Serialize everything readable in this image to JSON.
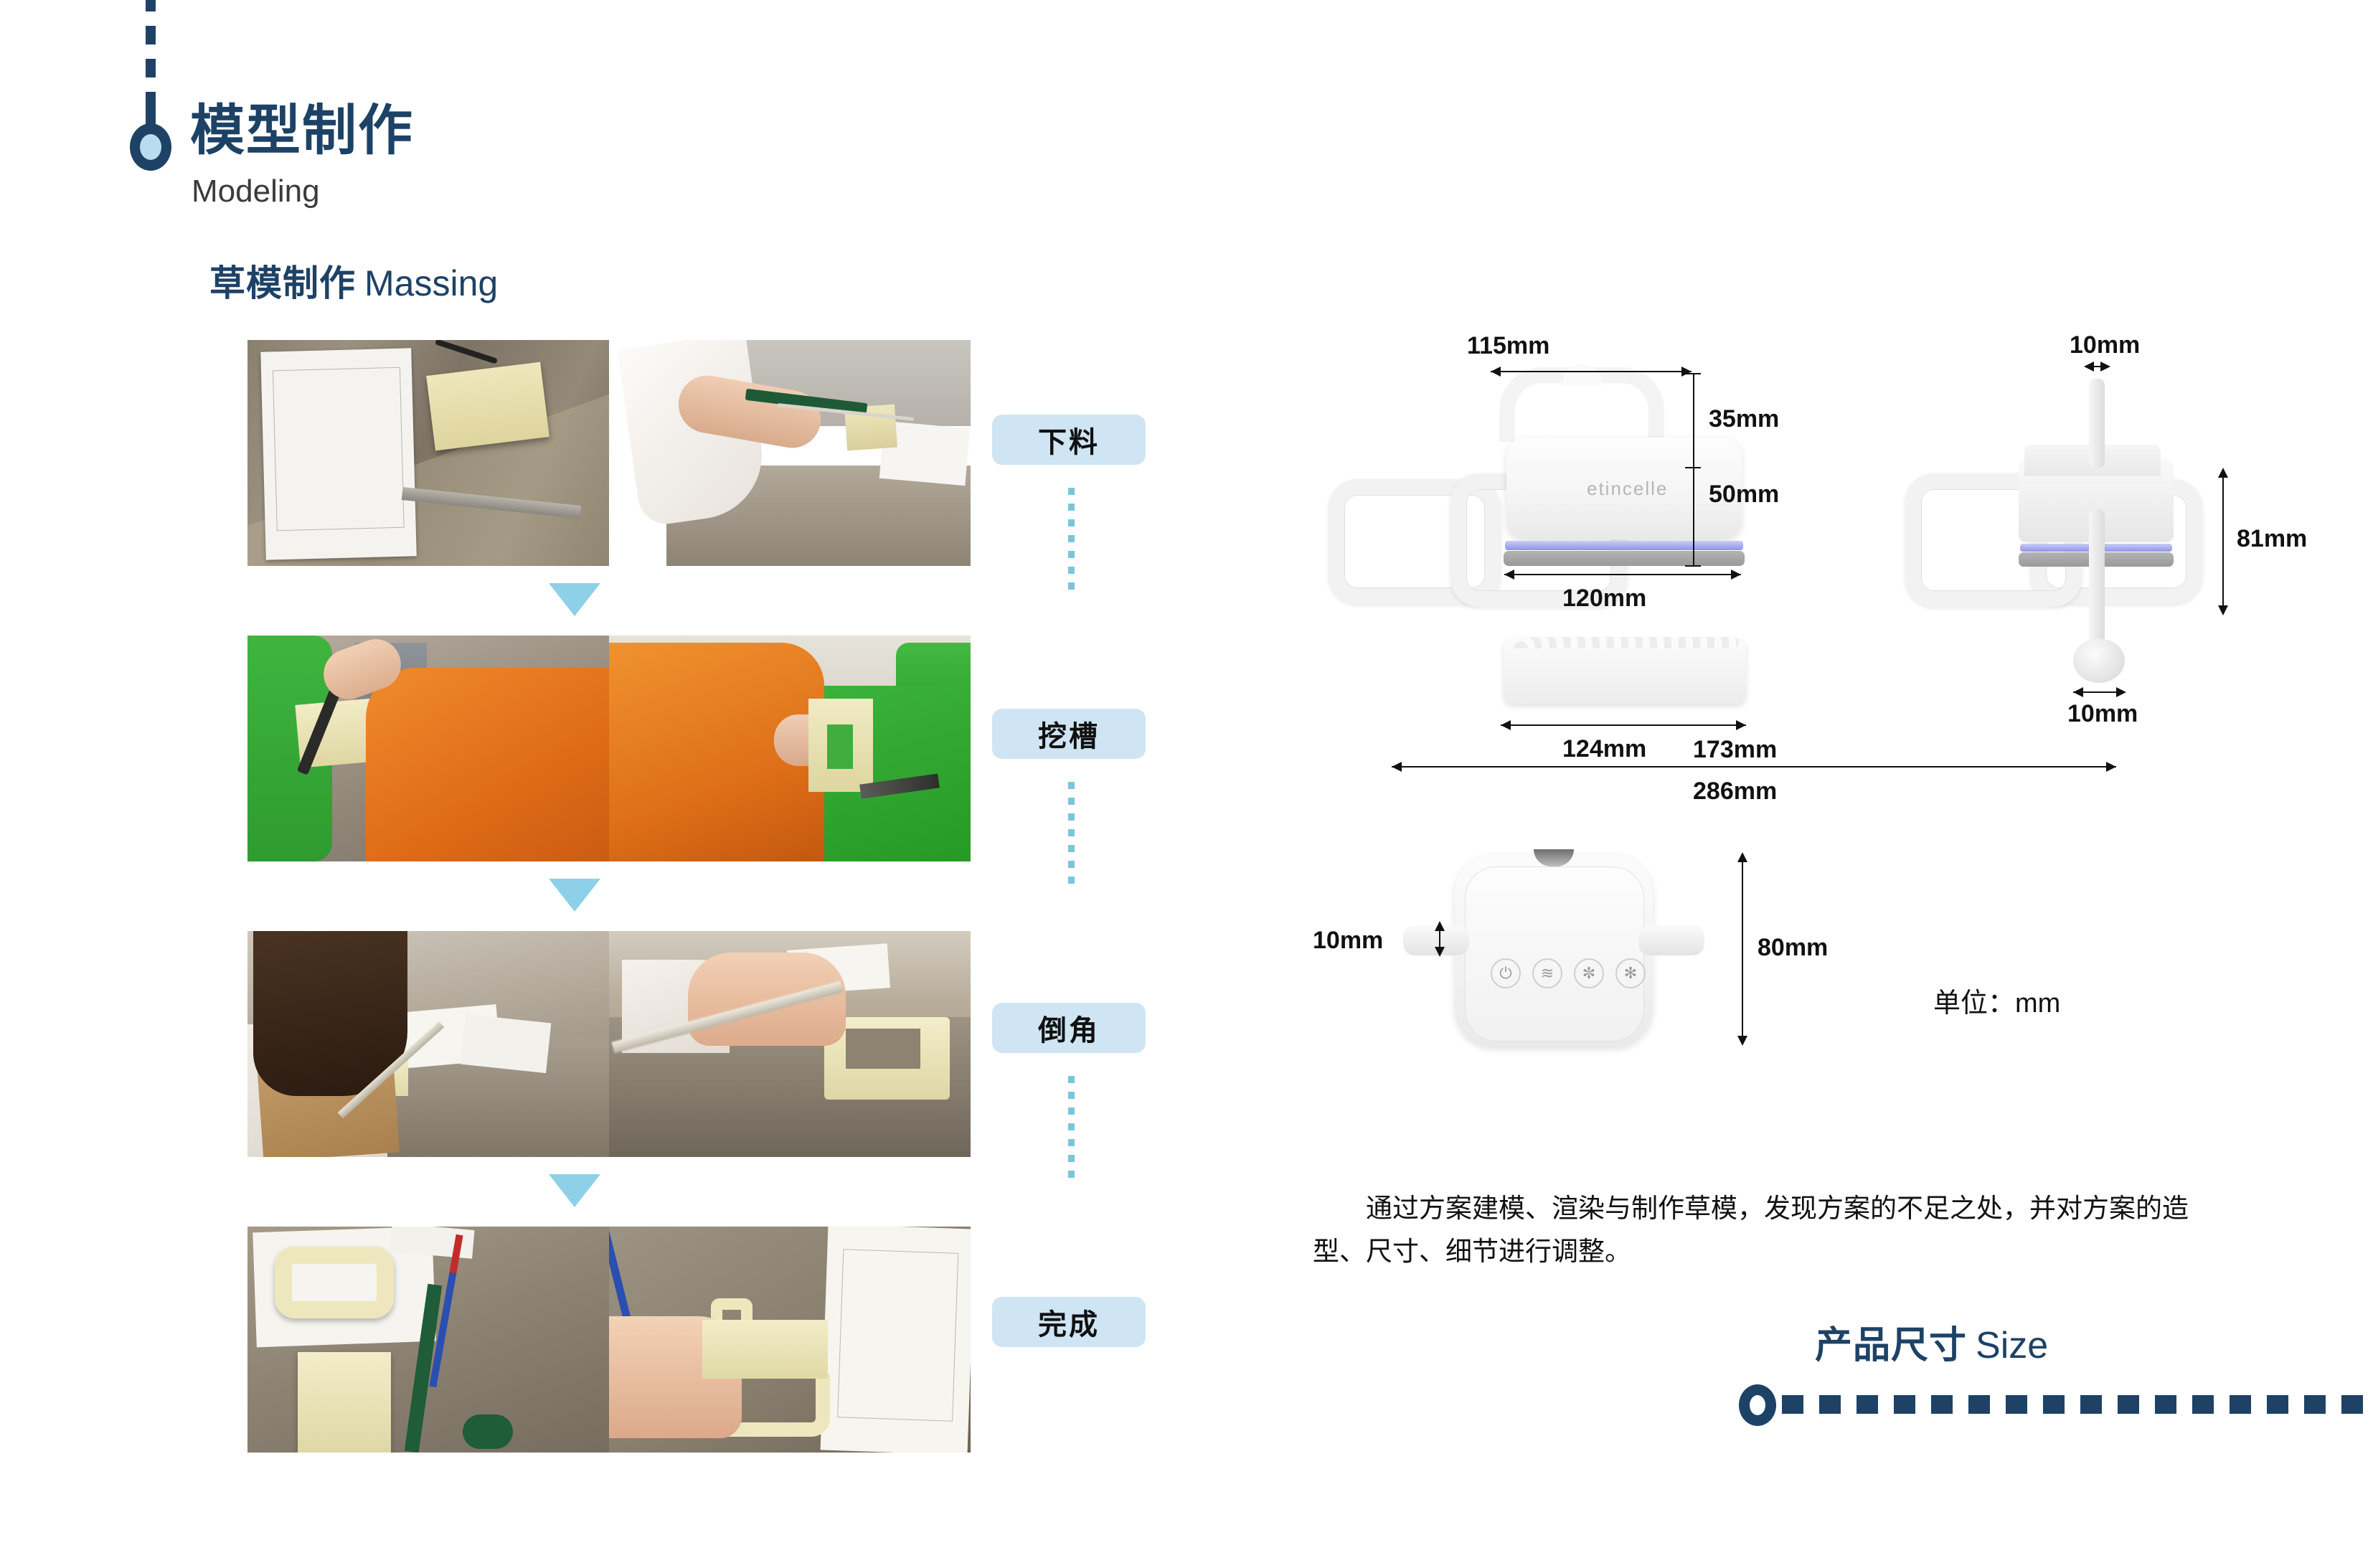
{
  "header": {
    "title_cn": "模型制作",
    "title_en": "Modeling",
    "section_cn": "草模制作",
    "section_en": "Massing",
    "accent_dark": "#1d4266",
    "accent_light": "#b9dcf0"
  },
  "process": {
    "steps": [
      {
        "label": "下料"
      },
      {
        "label": "挖槽"
      },
      {
        "label": "倒角"
      },
      {
        "label": "完成"
      }
    ],
    "box_color": "#cfe5f3",
    "arrow_color": "#8ed0e8",
    "connector_color": "#7cc4dd"
  },
  "photos": {
    "rows": [
      {
        "left_alt": "blueprint-and-foam-board",
        "right_alt": "sawing-foam-block"
      },
      {
        "left_alt": "chiseling-foam",
        "right_alt": "carving-slot-over-green-case"
      },
      {
        "left_alt": "filing-foam-at-bench",
        "right_alt": "filing-chamfer-closeup"
      },
      {
        "left_alt": "finished-foam-parts",
        "right_alt": "assembled-foam-model-with-blueprint"
      }
    ]
  },
  "drawing": {
    "brand": "etincelle",
    "front_view": {
      "dims": [
        {
          "id": "top-width",
          "value": "115mm"
        },
        {
          "id": "handle-height",
          "value": "35mm"
        },
        {
          "id": "unit-height",
          "value": "50mm"
        },
        {
          "id": "unit-width",
          "value": "120mm"
        },
        {
          "id": "roller-width",
          "value": "124mm"
        },
        {
          "id": "inner-frame-width",
          "value": "173mm"
        },
        {
          "id": "overall-width",
          "value": "286mm"
        },
        {
          "id": "frame-height",
          "value": "81mm"
        }
      ]
    },
    "side_view": {
      "dims": [
        {
          "id": "rod-top-width",
          "value": "10mm"
        },
        {
          "id": "rod-bottom-width",
          "value": "10mm"
        }
      ]
    },
    "bottom_view": {
      "dims": [
        {
          "id": "stub-thickness",
          "value": "10mm"
        },
        {
          "id": "body-depth",
          "value": "80mm"
        }
      ],
      "controls": [
        {
          "name": "power-icon",
          "glyph": "⏻"
        },
        {
          "name": "steam-waves-icon",
          "glyph": "≋"
        },
        {
          "name": "fan-icon",
          "glyph": "✼"
        },
        {
          "name": "snowflake-icon",
          "glyph": "✻"
        }
      ]
    },
    "unit_note": "单位：mm"
  },
  "caption": {
    "text": "通过方案建模、渲染与制作草模，发现方案的不足之处，并对方案的造型、尺寸、细节进行调整。"
  },
  "footer": {
    "title_cn": "产品尺寸",
    "title_en": "Size"
  }
}
